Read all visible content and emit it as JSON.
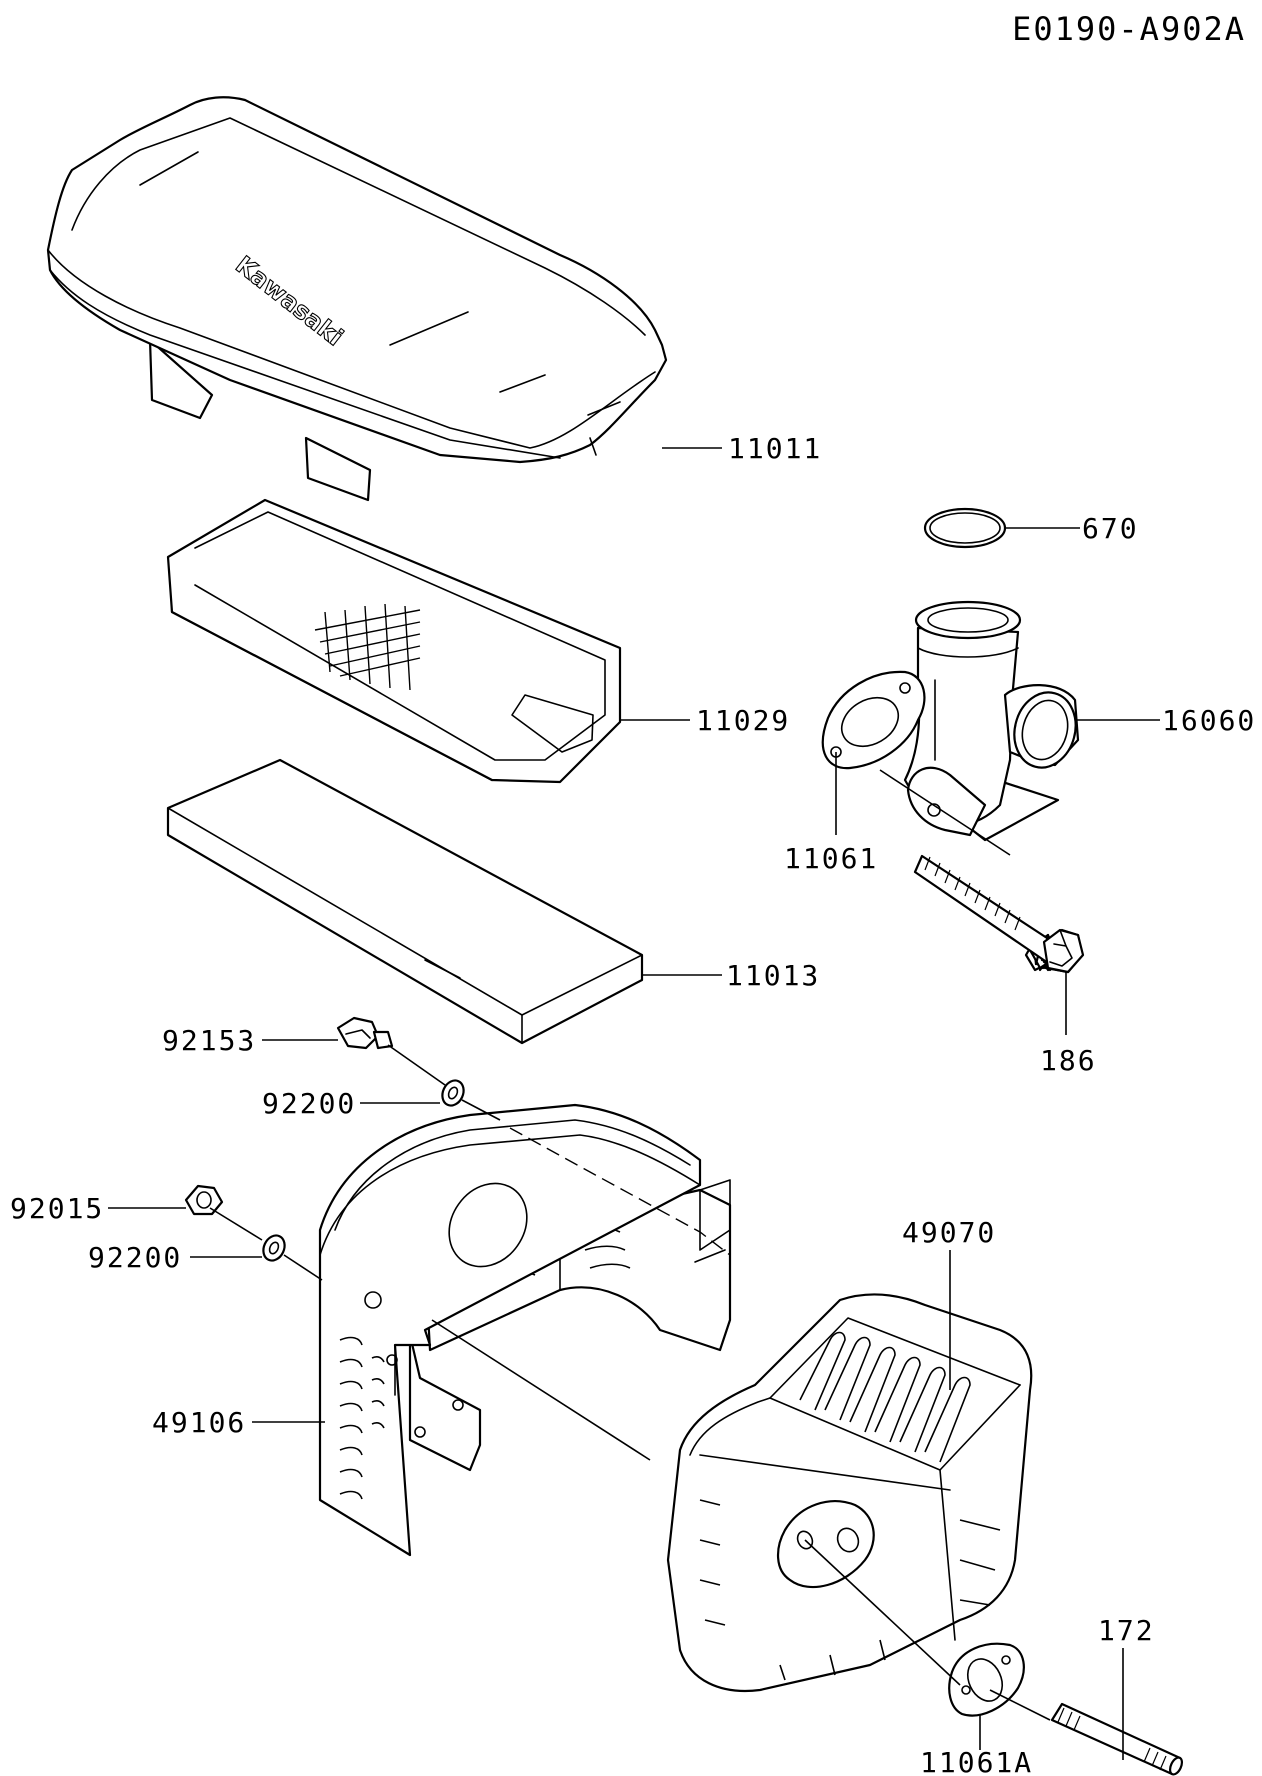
{
  "diagram_code": "E0190-A902A",
  "logo_text": "Kawasaki",
  "callouts": {
    "cover": "11011",
    "element": "11029",
    "pre_cleaner": "11013",
    "o_ring": "670",
    "elbow": "16060",
    "gasket_elbow": "11061",
    "bolt_long": "186",
    "bolt_small": "92153",
    "washer_upper": "92200",
    "nut": "92015",
    "washer_lower": "92200",
    "muffler": "49070",
    "muffler_guard": "49106",
    "stud": "172",
    "gasket_muffler": "11061A"
  }
}
